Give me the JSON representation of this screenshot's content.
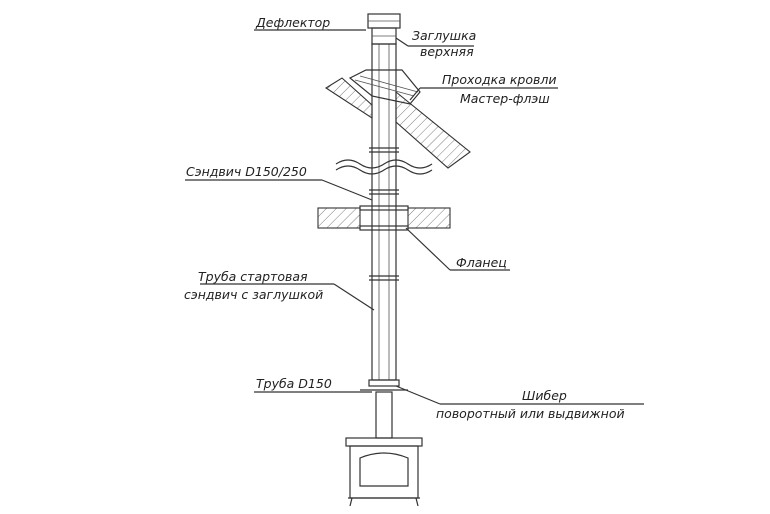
{
  "labels": {
    "deflector": "Дефлектор",
    "cap_top_1": "Заглушка",
    "cap_top_2": "верхняя",
    "roof_pass_1": "Проходка кровли",
    "roof_pass_2": "Мастер-флэш",
    "sandwich": "Сэндвич D150/250",
    "flange": "Фланец",
    "start_pipe_1": "Труба стартовая",
    "start_pipe_2": "сэндвич с заглушкой",
    "pipe": "Труба D150",
    "damper_1": "Шибер",
    "damper_2": "поворотный или выдвижной"
  }
}
